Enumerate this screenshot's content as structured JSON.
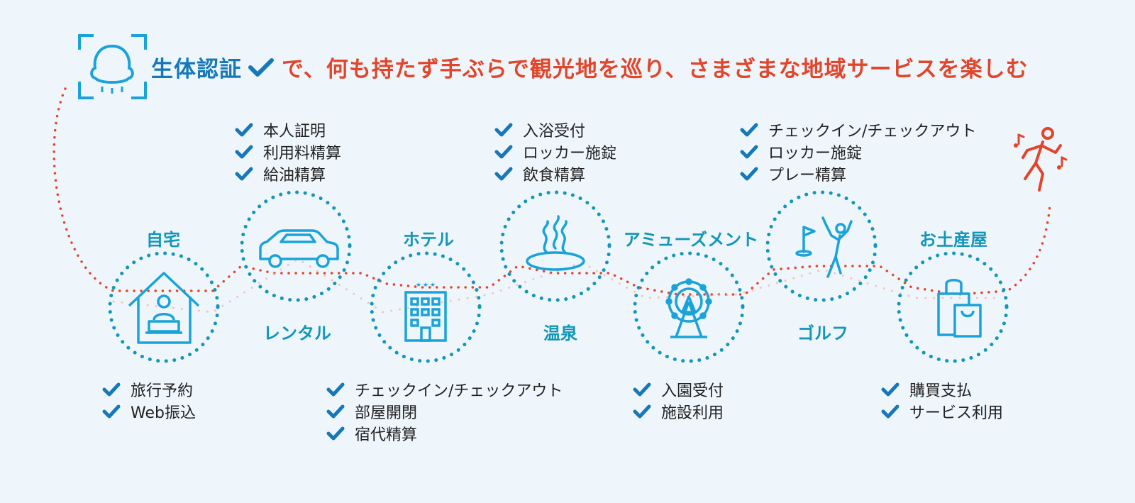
{
  "header": {
    "prefix": "生体認証",
    "tagline": "で、何も持たず手ぶらで観光地を巡り、さまざまな地域サービスを楽しむ",
    "icon": "face-scan-icon"
  },
  "colors": {
    "blue": "#1678b8",
    "teal": "#1396b8",
    "red": "#e2452b",
    "background": "#eef6fc"
  },
  "stops": [
    {
      "id": "home",
      "label": "自宅",
      "icon": "house-laptop-icon",
      "services": [
        "旅行予約",
        "Web振込"
      ]
    },
    {
      "id": "rental",
      "label": "レンタル",
      "icon": "car-icon",
      "services": [
        "本人証明",
        "利用料精算",
        "給油精算"
      ]
    },
    {
      "id": "hotel",
      "label": "ホテル",
      "icon": "hotel-building-icon",
      "services": [
        "チェックイン/チェックアウト",
        "部屋開閉",
        "宿代精算"
      ]
    },
    {
      "id": "onsen",
      "label": "温泉",
      "icon": "hot-spring-icon",
      "services": [
        "入浴受付",
        "ロッカー施錠",
        "飲食精算"
      ]
    },
    {
      "id": "amusement",
      "label": "アミューズメント",
      "icon": "ferris-wheel-icon",
      "services": [
        "入園受付",
        "施設利用"
      ]
    },
    {
      "id": "golf",
      "label": "ゴルフ",
      "icon": "golfer-icon",
      "services": [
        "チェックイン/チェックアウト",
        "ロッカー施錠",
        "プレー精算"
      ]
    },
    {
      "id": "souvenir",
      "label": "お土産屋",
      "icon": "shopping-bag-icon",
      "services": [
        "購買支払",
        "サービス利用"
      ]
    }
  ],
  "end_icon": "happy-walker-icon"
}
